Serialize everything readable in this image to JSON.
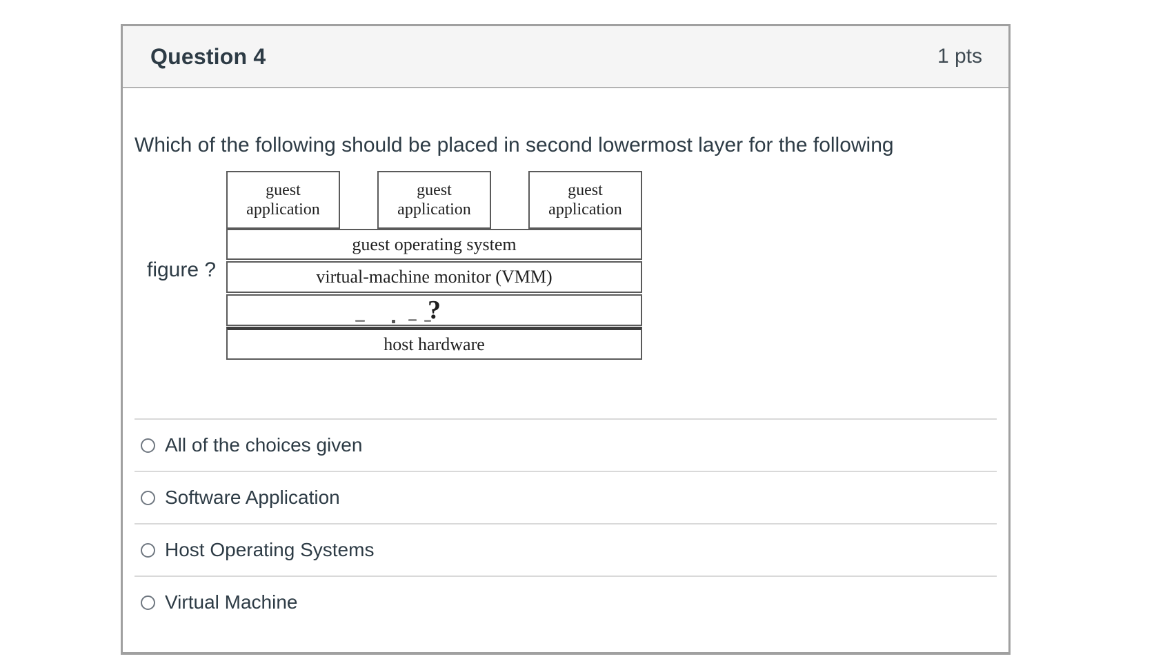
{
  "header": {
    "title": "Question 4",
    "points": "1 pts"
  },
  "question": {
    "line1": "Which of the following should be placed in second lowermost layer for the following",
    "line2": "figure ?"
  },
  "figure": {
    "guest_boxes": [
      {
        "line1": "guest",
        "line2": "application"
      },
      {
        "line1": "guest",
        "line2": "application"
      },
      {
        "line1": "guest",
        "line2": "application"
      }
    ],
    "layers": {
      "guest_os": "guest operating system",
      "vmm": "virtual-machine monitor (VMM)",
      "unknown": "?",
      "host_hardware": "host hardware"
    }
  },
  "options": [
    {
      "label": "All of the choices given"
    },
    {
      "label": "Software Application"
    },
    {
      "label": "Host Operating Systems"
    },
    {
      "label": "Virtual Machine"
    }
  ],
  "colors": {
    "card_border": "#a0a0a0",
    "header_bg": "#f5f5f5",
    "text": "#2d3b45",
    "divider": "#d9d9d9",
    "figure_line": "#5a5a5a"
  }
}
